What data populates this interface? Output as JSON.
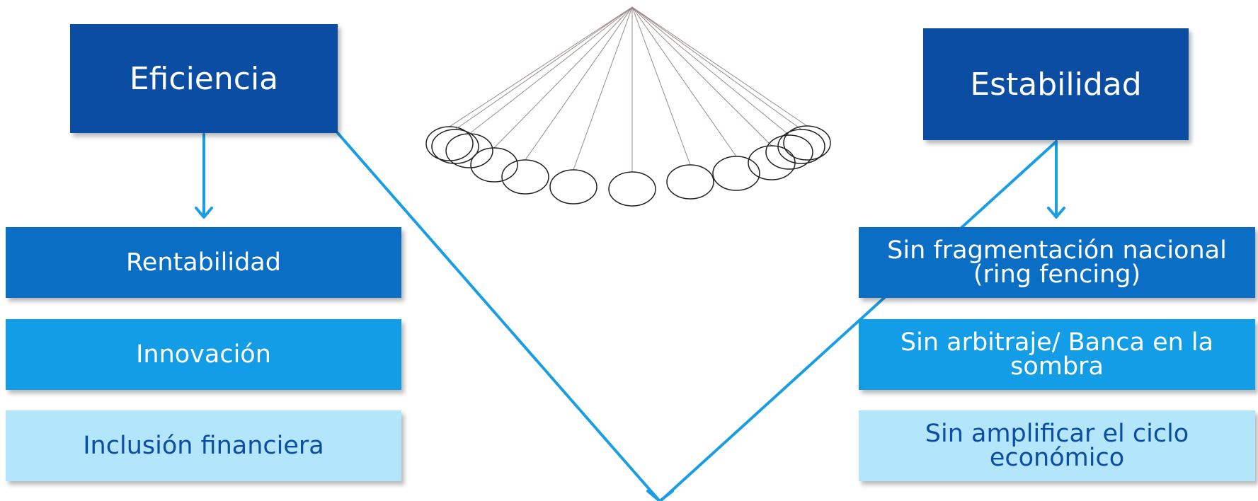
{
  "left_column": {
    "header": "Eficiencia",
    "items": [
      "Rentabilidad",
      "Innovación",
      "Inclusión financiera"
    ]
  },
  "right_column": {
    "header": "Estabilidad",
    "items": [
      "Sin fragmentación nacional (ring fencing)",
      "Sin arbitraje/ Banca en la sombra",
      "Sin amplificar el ciclo económico"
    ]
  },
  "icons": {
    "pendulum": "pendulum-cradle-icon"
  },
  "colors": {
    "dark_blue": "#0a4da2",
    "mid_blue": "#0a6ec4",
    "bright_blue": "#139de6",
    "light_blue": "#b3e6fa",
    "arrow": "#1a9ee3"
  }
}
